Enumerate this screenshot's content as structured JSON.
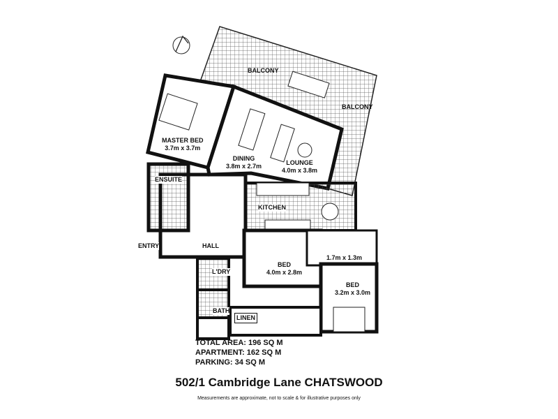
{
  "rooms": {
    "balcony_1": "BALCONY",
    "balcony_2": "BALCONY",
    "master_bed": {
      "name": "MASTER BED",
      "size": "3.7m x 3.7m"
    },
    "dining": {
      "name": "DINING",
      "size": "3.8m x 2.7m"
    },
    "lounge": {
      "name": "LOUNGE",
      "size": "4.0m x 3.8m"
    },
    "ensuite": "ENSUITE",
    "kitchen": "KITCHEN",
    "entry": "ENTRY",
    "hall": "HALL",
    "bed_2": {
      "name": "BED",
      "size": "4.0m x 2.8m"
    },
    "study_size": "1.7m x 1.3m",
    "laundry": "L'DRY",
    "bath": "BATH",
    "linen": "LINEN",
    "bed_3": {
      "name": "BED",
      "size": "3.2m x 3.0m"
    }
  },
  "areas": {
    "total": "TOTAL AREA: 196 SQ M",
    "apartment": "APARTMENT: 162 SQ M",
    "parking": "PARKING: 34 SQ M"
  },
  "address": "502/1 Cambridge Lane CHATSWOOD",
  "disclaimer": "Measurements are approximate, not to scale & for illustrative purposes only",
  "icons": {
    "compass": "north-arrow-icon"
  }
}
